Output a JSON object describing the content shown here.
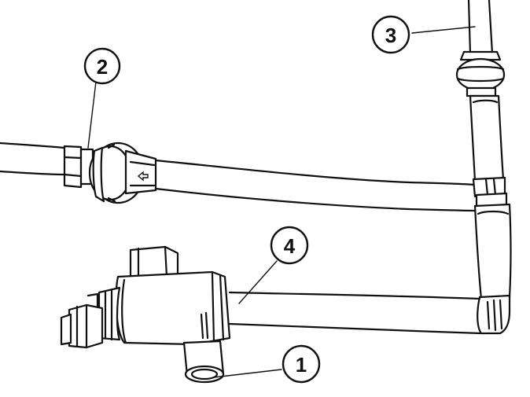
{
  "callouts": {
    "c1": {
      "label": "1"
    },
    "c2": {
      "label": "2"
    },
    "c3": {
      "label": "3"
    },
    "c4": {
      "label": "4"
    }
  },
  "colors": {
    "line": "#111111",
    "background": "#ffffff"
  }
}
